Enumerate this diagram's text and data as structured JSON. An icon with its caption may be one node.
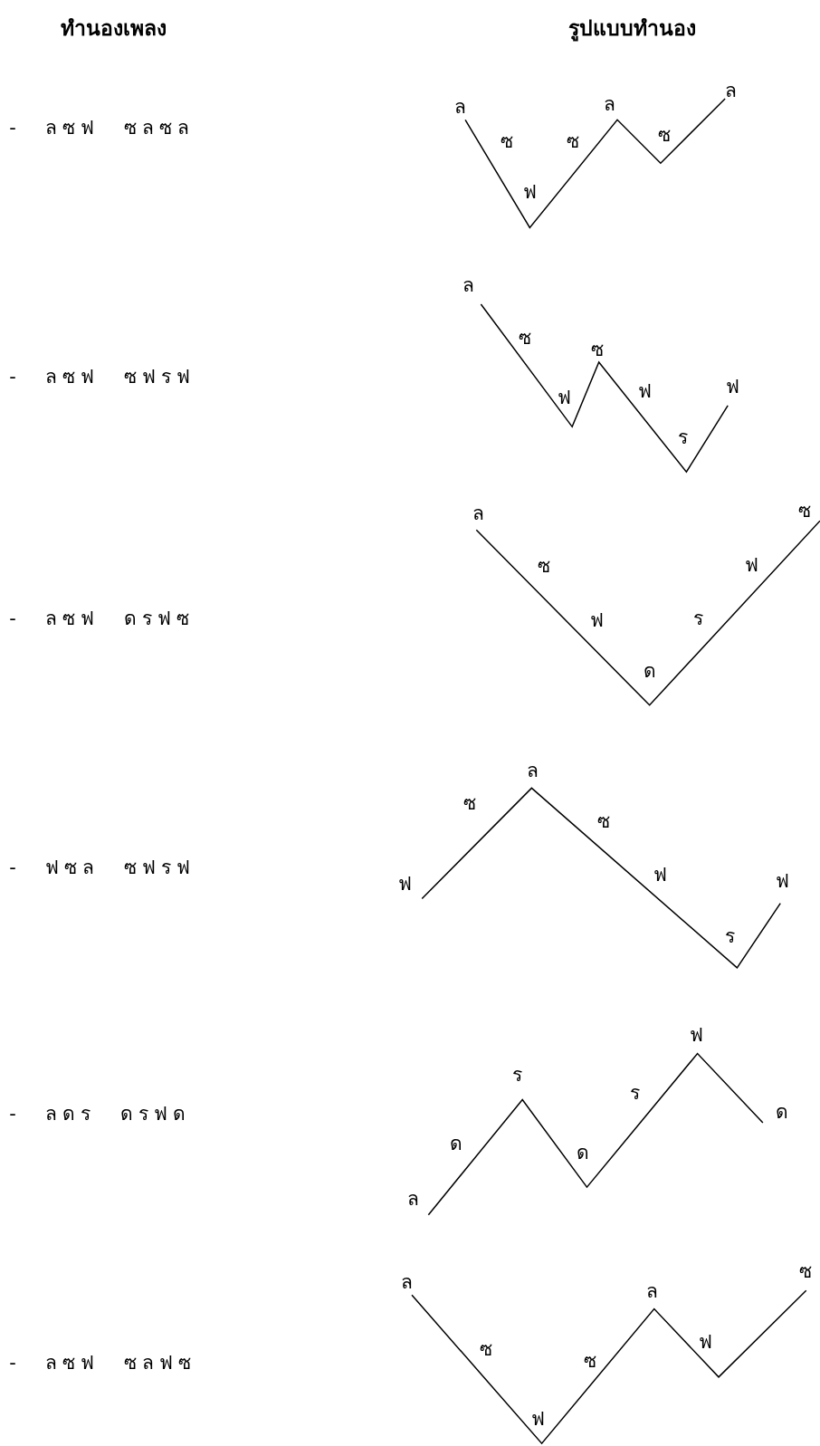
{
  "diagram": {
    "labels": [
      "ทำนองเพลง",
      "รูปแบบทำนอง",
      "- ลซฟ ซลซล",
      "ล",
      "ซ",
      "ฟ",
      "ซ",
      "ล",
      "ซ",
      "ล",
      "- ลซฟ ซฟรฟ",
      "ล",
      "ซ",
      "ฟ",
      "ซ",
      "ฟ",
      "ร",
      "ฟ",
      "- ลซฟ ดรฟซ",
      "ล",
      "ซ",
      "ฟ",
      "ด",
      "ร",
      "ฟ",
      "ซ",
      "- ฟซล ซฟรฟ",
      "ฟ",
      "ซ",
      "ล",
      "ซ",
      "ฟ",
      "ร",
      "ฟ",
      "- ลดร ดรฟด",
      "ล",
      "ด",
      "ร",
      "ด",
      "ร",
      "ฟ",
      "ด",
      "- ลซฟ ซลฟซ",
      "ล",
      "ซ",
      "ฟ",
      "ซ",
      "ล",
      "ฟ",
      "ซ"
    ]
  }
}
